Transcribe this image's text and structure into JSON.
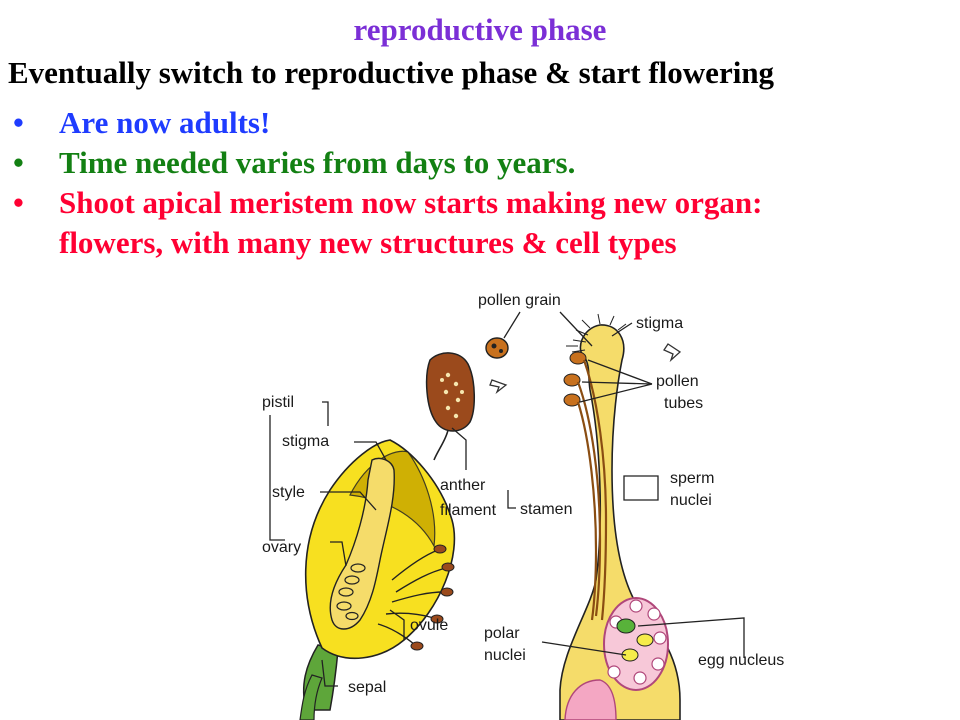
{
  "slide": {
    "title": "reproductive phase",
    "intro": "Eventually switch to reproductive phase & start flowering",
    "bullets": [
      {
        "marker": "•",
        "text": "Are now adults!",
        "color": "#1f3cff"
      },
      {
        "marker": "•",
        "text": "Time needed varies from days to years.",
        "color": "#138013"
      },
      {
        "marker": "•",
        "text": "Shoot apical meristem now starts making new organ:",
        "color": "#ff0033"
      },
      {
        "marker": "",
        "text": "flowers, with many new structures & cell types",
        "color": "#ff0033"
      }
    ],
    "colors": {
      "title": "#7b2fd6",
      "intro": "#000000"
    }
  },
  "figure": {
    "labels": {
      "pistil": "pistil",
      "stigma_left": "stigma",
      "style": "style",
      "ovary": "ovary",
      "ovule": "ovule",
      "sepal": "sepal",
      "anther": "anther",
      "filament": "filament",
      "stamen": "stamen",
      "pollen_grain": "pollen grain",
      "stigma_right": "stigma",
      "pollen": "pollen",
      "tubes": "tubes",
      "sperm": "sperm",
      "nuclei": "nuclei",
      "polar": "polar",
      "polar_nuclei": "nuclei",
      "egg_nucleus": "egg nucleus"
    },
    "colors": {
      "petal": "#f7e020",
      "petal_dark": "#c9a800",
      "pistil_body": "#f5dc6a",
      "anther": "#9b4a1c",
      "pollen": "#c8711e",
      "ovule_sac": "#f4a7c3",
      "sac_fill": "#f7c8d8",
      "egg": "#58b23a",
      "nucleus": "#f5ec4a",
      "sepal": "#5ea63a",
      "line": "#222222"
    }
  }
}
